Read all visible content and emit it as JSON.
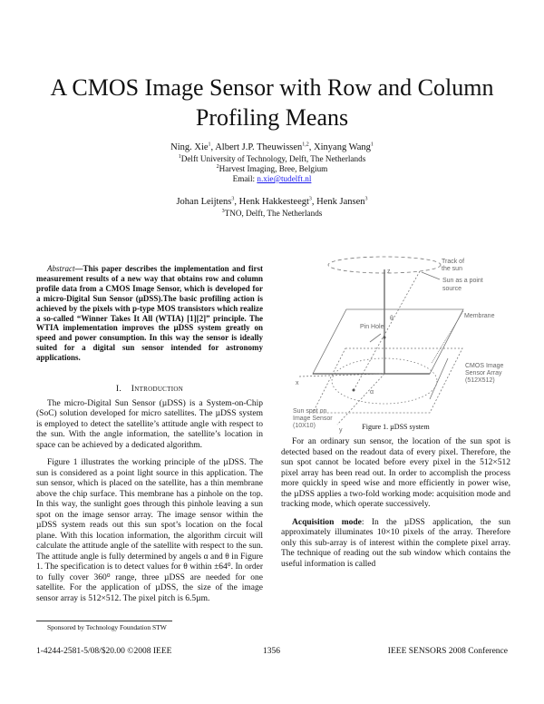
{
  "title": [
    "A CMOS Image Sensor with Row and Column",
    "Profiling Means"
  ],
  "authors1": [
    {
      "name": "Ning. Xie",
      "sup": "1"
    },
    {
      "name": "Albert J.P. Theuwissen",
      "sup": "1,2"
    },
    {
      "name": "Xinyang Wang",
      "sup": "1"
    }
  ],
  "affiliations1": [
    {
      "sup": "1",
      "text": "Delft University of Technology, Delft, The Netherlands"
    },
    {
      "sup": "2",
      "text": "Harvest Imaging, Bree, Belgium"
    }
  ],
  "email_label": "Email:",
  "email": "n.xie@tudelft.nl",
  "authors2": [
    {
      "name": "Johan Leijtens",
      "sup": "3"
    },
    {
      "name": "Henk Hakkesteegt",
      "sup": "3"
    },
    {
      "name": "Henk Jansen",
      "sup": "3"
    }
  ],
  "affiliation2": {
    "sup": "3",
    "text": "TNO, Delft, The Netherlands"
  },
  "abstract": {
    "label": "Abstract",
    "text": "—This paper describes the implementation and first measurement results of a new way that obtains row and column profile data from a CMOS Image Sensor, which is developed for a micro-Digital Sun Sensor (µDSS).The basic profiling action is achieved by the pixels with p-type MOS transistors which realize a so-called “Winner Takes It All (WTIA) [1][2]” principle. The WTIA implementation improves the µDSS system greatly on speed and power consumption. In this way the sensor is ideally suited for a digital sun sensor intended for astronomy applications."
  },
  "section1": {
    "number": "I.",
    "title": "Introduction",
    "paragraphs": [
      "The micro-Digital Sun Sensor (µDSS) is a System-on-Chip (SoC) solution developed for micro satellites. The µDSS system is employed to detect the satellite’s attitude angle with respect to the sun. With the angle information, the satellite’s location in space can be achieved by a dedicated algorithm.",
      "Figure 1 illustrates the working principle of the µDSS. The sun is considered as a point light source in this application. The sun sensor, which is placed on the satellite, has a thin membrane above the chip surface. This membrane has a pinhole on the top. In this way, the sunlight goes through this pinhole leaving a sun spot on the image sensor array. The image sensor within the µDSS system reads out this sun spot’s location on the focal plane. With this location information, the algorithm circuit will calculate the attitude angle of the satellite with respect to the sun. The attitude angle is fully determined by angels α and θ in Figure 1. The specification is to detect values for θ within ±64⁰. In order to fully cover 360⁰ range, three µDSS are needed for one satellite. For the application of µDSS, the size of the image sensor array is 512×512. The pixel pitch is 6.5µm."
    ],
    "right_paragraph": "For an ordinary sun sensor, the location of the sun spot is detected based on the readout data of every pixel. Therefore, the sun spot cannot be located before every pixel in the 512×512 pixel array has been read out. In order to accomplish the process more quickly in speed wise and more efficiently in power wise, the µDSS applies a two-fold working mode: acquisition mode and tracking mode, which operate successively.",
    "acquisition_label": "Acquisition mode",
    "acquisition_text": ": In the µDSS application, the sun approximately illuminates 10×10 pixels of the array. Therefore only this sub-array is of interest within the complete pixel array. The technique of reading out the sub window which contains the useful information is called"
  },
  "figure": {
    "caption": "Figure 1.   µDSS system",
    "labels": {
      "z": "z",
      "x": "x",
      "y": "y",
      "track": [
        "Track of",
        "the sun"
      ],
      "sun": [
        "Sun as a point",
        "source"
      ],
      "membrane": "Membrane",
      "pinhole": "Pin Hole",
      "theta": "θ",
      "alpha": "α",
      "cmos": [
        "CMOS Image",
        "Sensor Array",
        "(512X512)"
      ],
      "spot": [
        "Sun spot on",
        "Image Sensor",
        "(10X10)"
      ]
    }
  },
  "footnote": "Sponsored by Technology Foundation STW",
  "footer": {
    "left": "1-4244-2581-5/08/$20.00 ©2008 IEEE",
    "center": "1356",
    "right": "IEEE SENSORS 2008 Conference"
  }
}
